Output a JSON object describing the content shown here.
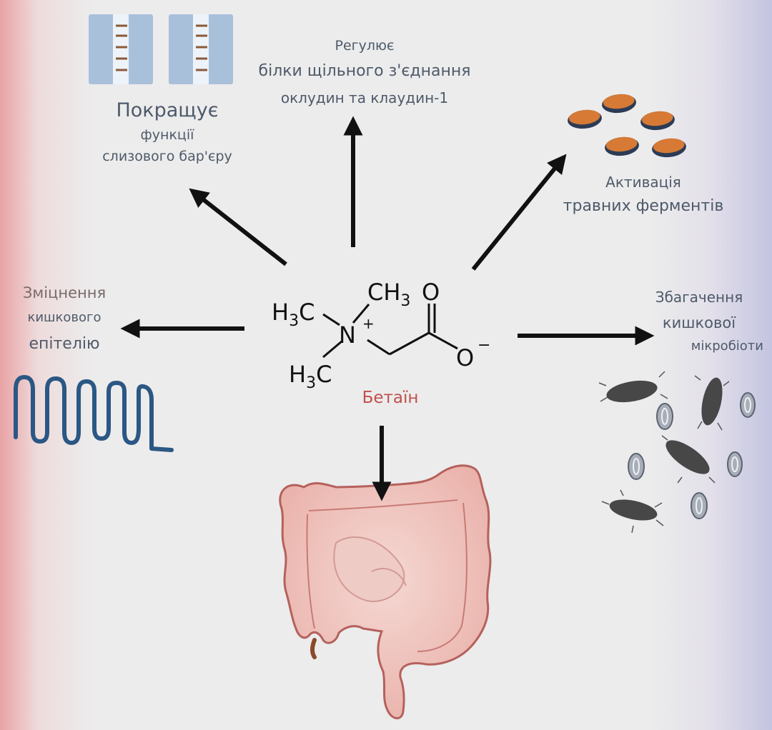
{
  "center": {
    "compound_name": "Бетаїн",
    "formula": {
      "methyl_top": "CH",
      "methyl_top_sub": "3",
      "methyl_left_h": "H",
      "methyl_left_sub": "3",
      "methyl_left_c": "C",
      "methyl_bottom_h": "H",
      "methyl_bottom_sub": "3",
      "methyl_bottom_c": "C",
      "nitrogen": "N",
      "charge_plus": "+",
      "oxygen_double": "O",
      "oxygen_single": "O",
      "charge_minus": "−"
    }
  },
  "effects": {
    "mucosal_barrier": {
      "line1": "Покращує",
      "line2": "функції",
      "line3": "слизового бар'єру"
    },
    "tight_junction": {
      "line1": "Регулює",
      "line2": "білки щільного з'єднання",
      "line3": "оклудин та клаудин-1"
    },
    "enzymes": {
      "line1": "Активація",
      "line2": "травних ферментів"
    },
    "epithelium": {
      "line1": "Зміцнення",
      "line2": "кишкового",
      "line3": "епітелію"
    },
    "microbiota": {
      "line1": "Збагачення",
      "line2": "кишкової",
      "line3": "мікробіоти"
    }
  },
  "colors": {
    "label_text": "#4e5a6a",
    "compound_name": "#c0504d",
    "arrow": "#111111",
    "epithelium_wave": "#2b5784",
    "intestine_fill": "#f2c6c0",
    "intestine_outline": "#b5615c",
    "enzyme_fill": "#d67a35",
    "enzyme_edge": "#2c3b55",
    "bacteria": "#474747"
  }
}
